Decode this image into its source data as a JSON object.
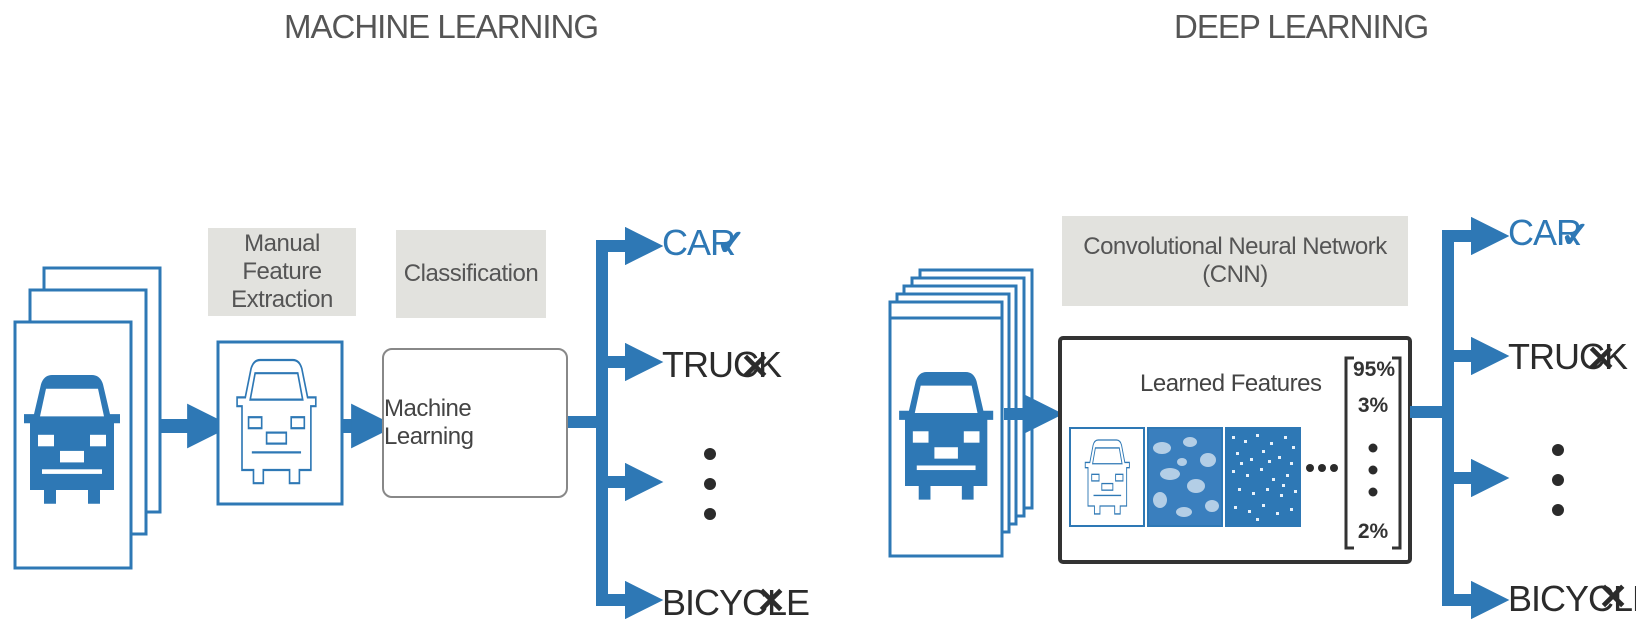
{
  "ml": {
    "title": "MACHINE LEARNING",
    "feature_box": "Manual Feature Extraction",
    "classification_box": "Classification",
    "model_box": "Machine Learning",
    "outputs": [
      {
        "label": "CAR",
        "mark": "✓"
      },
      {
        "label": "TRUCK",
        "mark": "✕"
      },
      {
        "label": "BICYCLE",
        "mark": "✕"
      }
    ]
  },
  "dl": {
    "title": "DEEP LEARNING",
    "cnn_box": "Convolutional Neural Network (CNN)",
    "learned_features": "Learned Features",
    "probabilities": [
      "95%",
      "3%",
      "2%"
    ],
    "outputs": [
      {
        "label": "CAR",
        "mark": "✓"
      },
      {
        "label": "TRUCK",
        "mark": "✕"
      },
      {
        "label": "BICYCLE",
        "mark": "✕"
      }
    ]
  },
  "colors": {
    "accent": "#2e78b5",
    "box_fill": "#e2e2de",
    "ink": "#2b2b2b"
  }
}
